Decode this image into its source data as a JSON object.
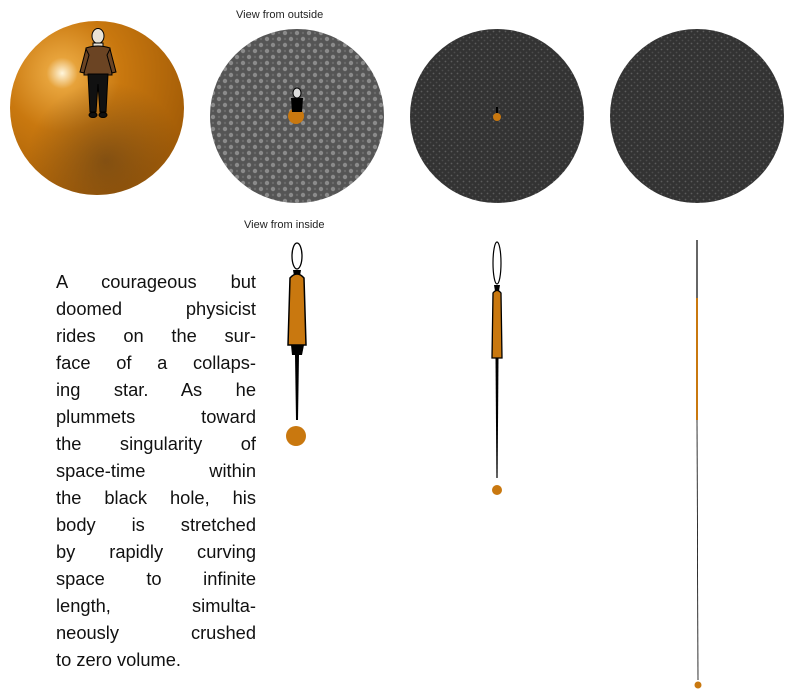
{
  "labels": {
    "outside": "View from outside",
    "inside": "View from inside"
  },
  "caption": {
    "lines": [
      "A courageous but",
      "doomed physicist",
      "rides on the sur-",
      "face of a collaps-",
      "ing star. As he",
      "plummets toward",
      "the singularity of",
      "space-time within",
      "the black hole, his",
      "body is stretched",
      "by rapidly curving",
      "space to infinite",
      "length, simulta-",
      "neously crushed",
      "to zero volume."
    ]
  },
  "colors": {
    "star": "#c9780f",
    "hole": "#3b3b3b",
    "figure": "#000000"
  }
}
